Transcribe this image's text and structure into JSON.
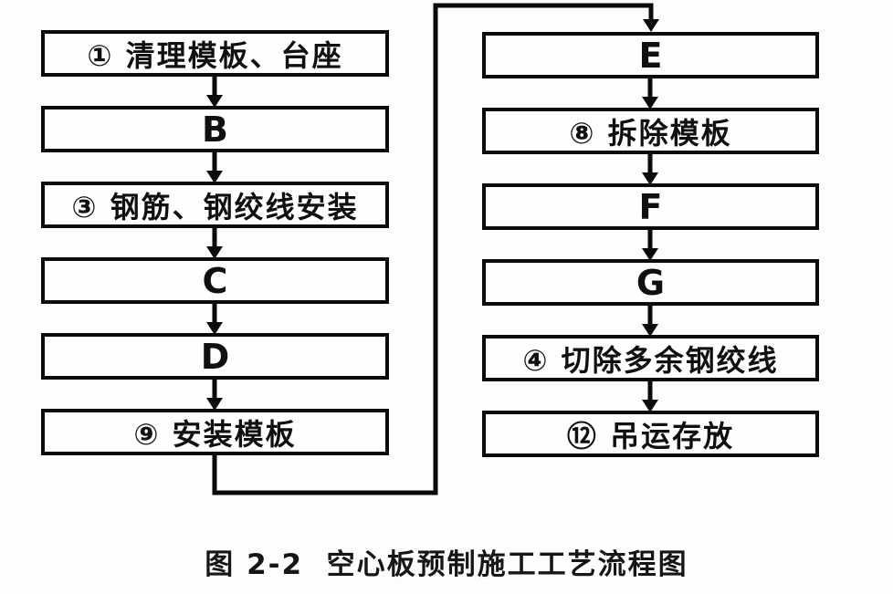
{
  "diagram": {
    "caption": "图 2-2  空心板预制施工工艺流程图",
    "left_column": [
      "① 清理模板、台座",
      "B",
      "③ 钢筋、钢绞线安装",
      "C",
      "D",
      "⑨ 安装模板"
    ],
    "right_column": [
      "E",
      "⑧ 拆除模板",
      "F",
      "G",
      "④ 切除多余钢绞线",
      "⑫ 吊运存放"
    ],
    "flow_sequence": [
      "① 清理模板、台座",
      "B",
      "③ 钢筋、钢绞线安装",
      "C",
      "D",
      "⑨ 安装模板",
      "E",
      "⑧ 拆除模板",
      "F",
      "G",
      "④ 切除多余钢绞线",
      "⑫ 吊运存放"
    ],
    "colors": {
      "line": "#0b0b0b",
      "box_border": "#0b0b0b",
      "box_fill": "#fefefe",
      "text": "#101010",
      "background": "#fdfdfd"
    }
  }
}
